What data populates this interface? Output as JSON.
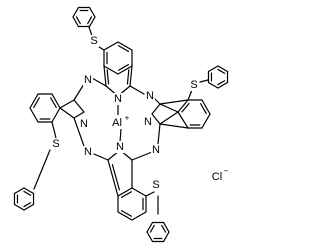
{
  "molecule": {
    "central_atom": "Al",
    "central_charge": "+",
    "ring_nitrogen": "N",
    "sulfur": "S",
    "counter_ion": "Cl",
    "counter_ion_charge": "−"
  }
}
